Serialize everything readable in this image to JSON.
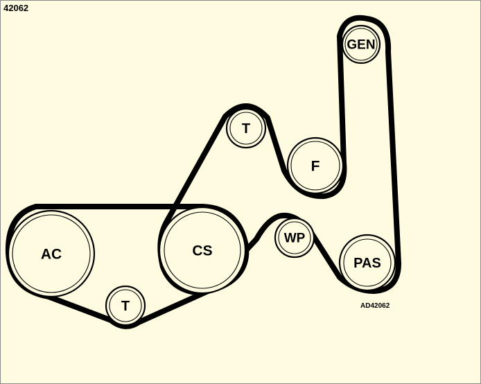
{
  "header": {
    "diagram_id": "42062"
  },
  "footer": {
    "reference_code": "AD42062"
  },
  "pulleys": {
    "gen": {
      "label": "GEN"
    },
    "t_upper": {
      "label": "T"
    },
    "f": {
      "label": "F"
    },
    "ac": {
      "label": "AC"
    },
    "cs": {
      "label": "CS"
    },
    "wp": {
      "label": "WP"
    },
    "pas": {
      "label": "PAS"
    },
    "t_lower": {
      "label": "T"
    }
  },
  "colors": {
    "background": "#fffbe1",
    "belt": "#000000",
    "pulley_fill": "#fffbe1"
  }
}
